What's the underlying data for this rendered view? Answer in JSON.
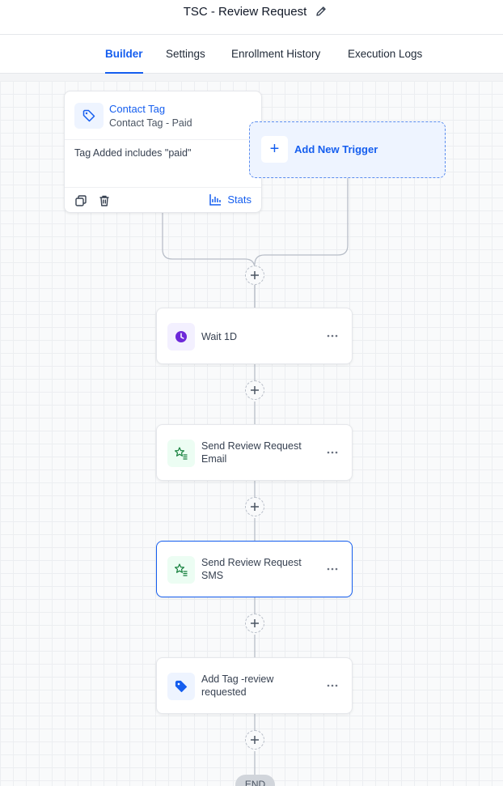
{
  "header": {
    "title": "TSC - Review Request"
  },
  "tabs": [
    {
      "label": "Builder",
      "active": true
    },
    {
      "label": "Settings",
      "active": false
    },
    {
      "label": "Enrollment History",
      "active": false
    },
    {
      "label": "Execution Logs",
      "active": false
    }
  ],
  "trigger": {
    "name": "Contact Tag",
    "subtitle": "Contact Tag - Paid",
    "condition": "Tag Added includes \"paid\"",
    "stats_label": "Stats"
  },
  "add_trigger": {
    "label": "Add New Trigger"
  },
  "nodes": [
    {
      "label": "Wait 1D",
      "icon": "clock-icon"
    },
    {
      "label": "Send Review Request Email",
      "icon": "review-star-icon"
    },
    {
      "label": "Send Review Request SMS",
      "icon": "review-star-icon"
    },
    {
      "label": "Add Tag -review requested",
      "icon": "tag-icon"
    }
  ],
  "end": {
    "label": "END"
  },
  "colors": {
    "accent": "#155eef",
    "wait_icon": "#6d28d9",
    "review_icon": "#15803d"
  }
}
